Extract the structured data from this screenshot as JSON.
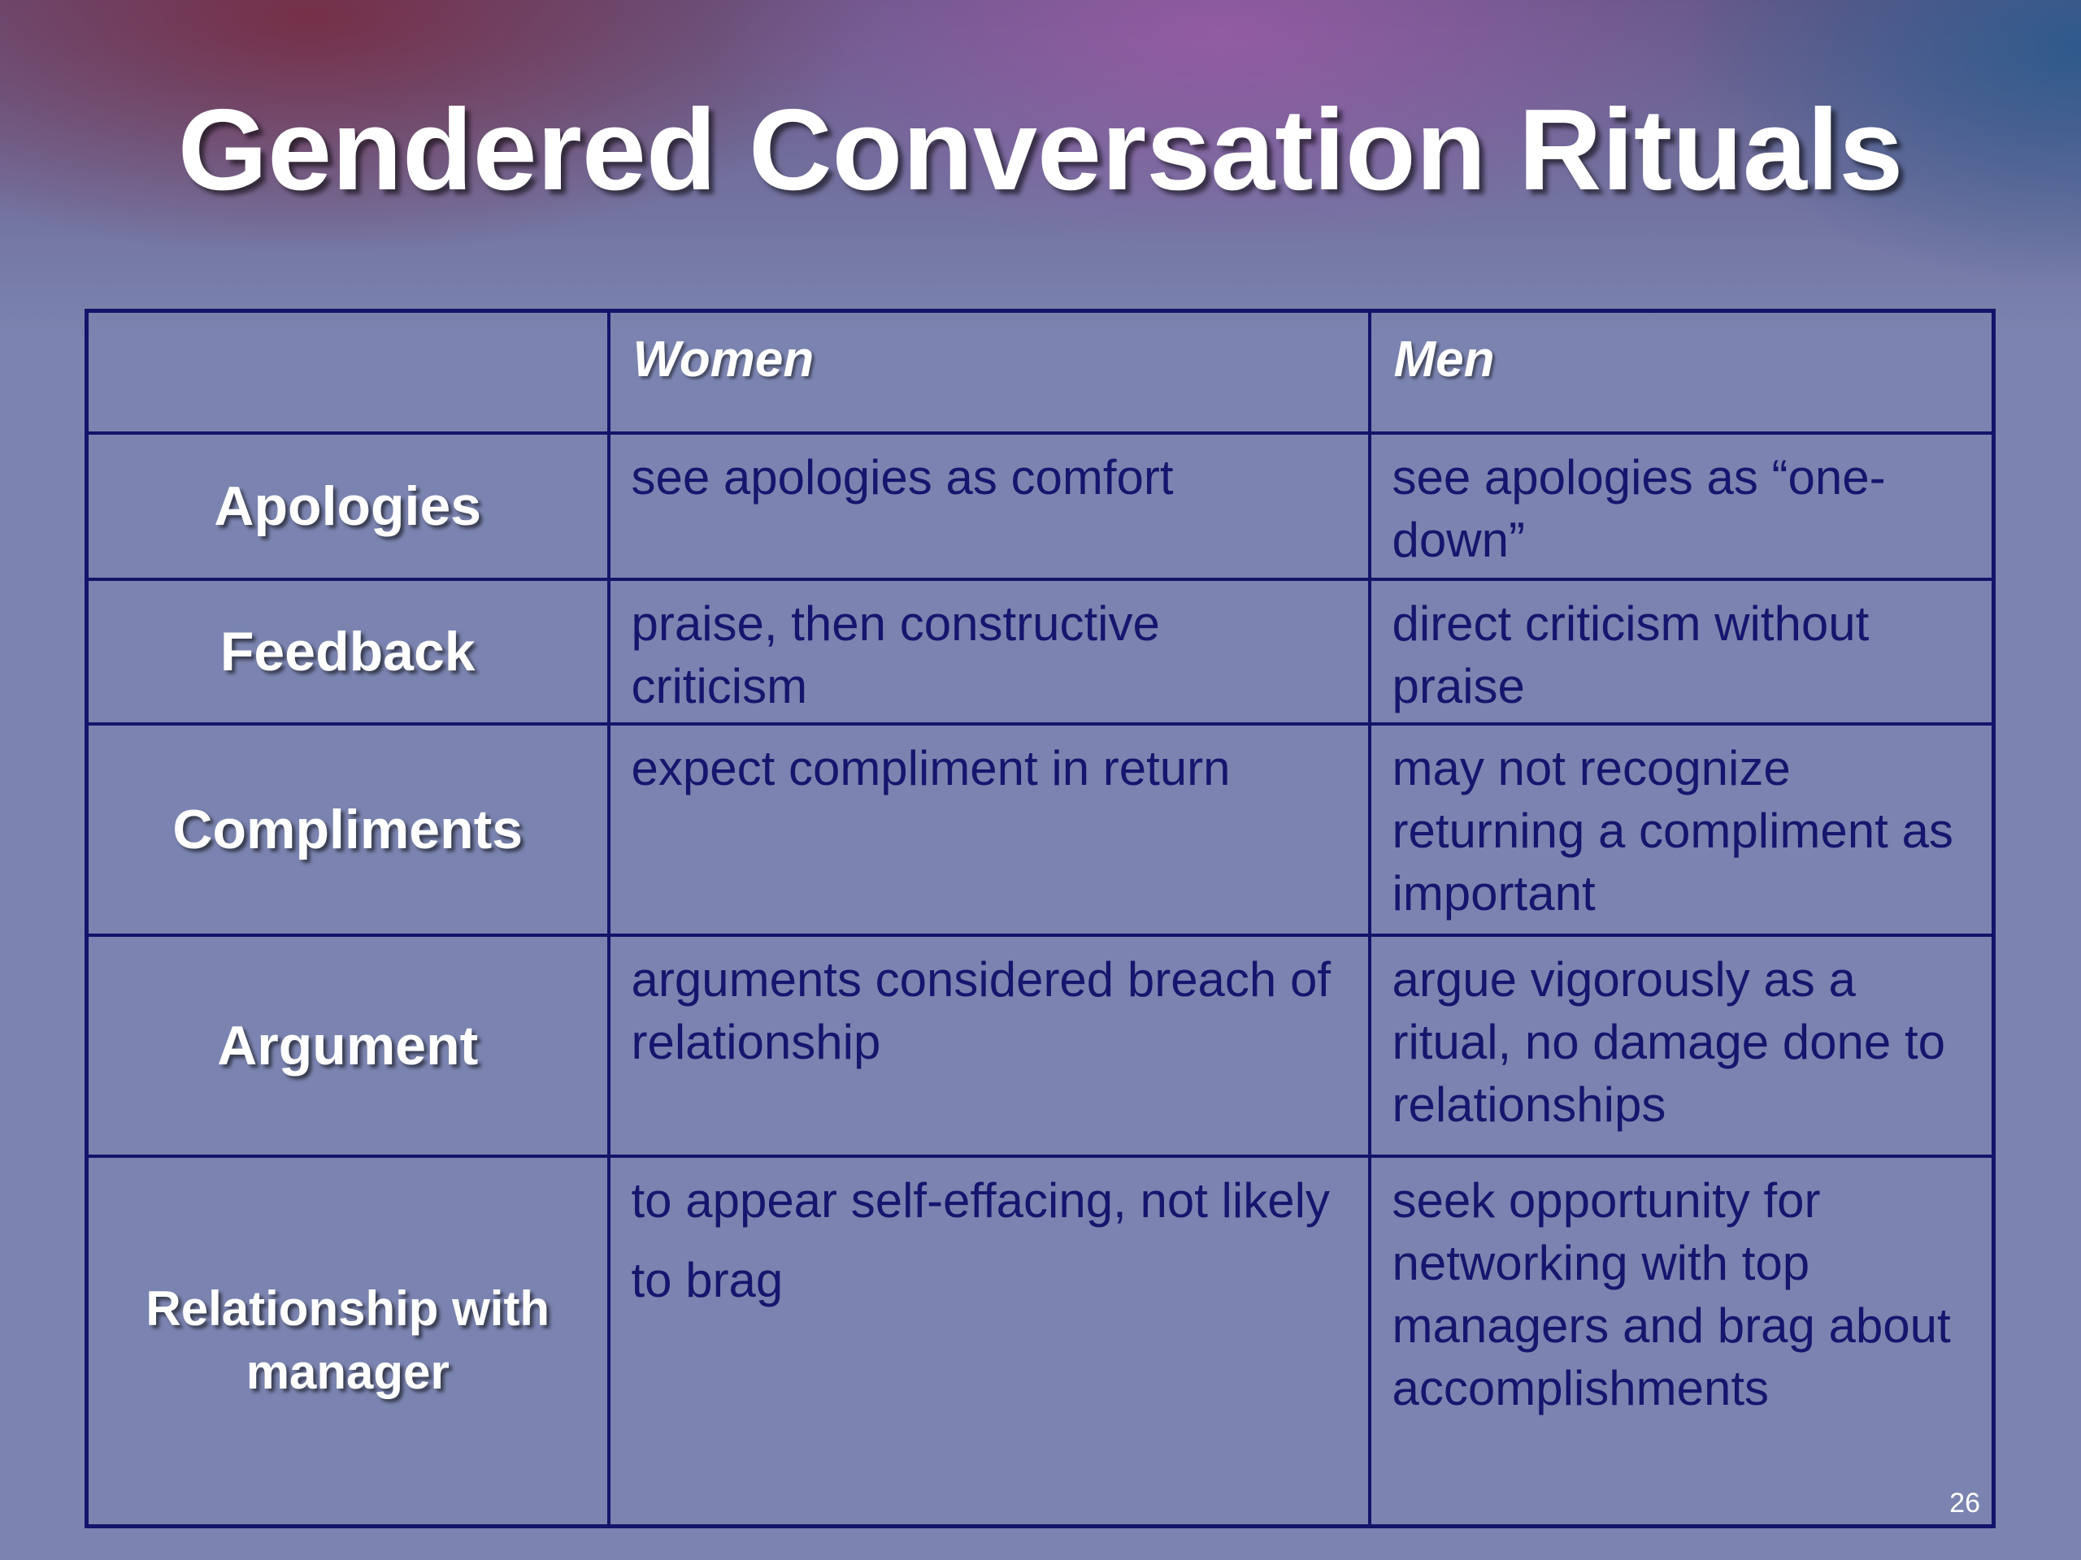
{
  "slide": {
    "title": "Gendered Conversation Rituals",
    "page_number": "26"
  },
  "table": {
    "headers": [
      "",
      "Women",
      "Men"
    ],
    "rows": [
      {
        "label": "Apologies",
        "women": "see apologies as comfort",
        "men": "see apologies as “one-down”"
      },
      {
        "label": "Feedback",
        "women": "praise, then constructive criticism",
        "men": "direct criticism without praise"
      },
      {
        "label": "Compliments",
        "women": "expect compliment in return",
        "men": "may not recognize returning a compliment as important"
      },
      {
        "label": "Argument",
        "women": "arguments considered breach of relationship",
        "men": "argue vigorously as a ritual, no damage done to relationships"
      },
      {
        "label": "Relationship with manager",
        "women": "to appear self-effacing, not likely to brag",
        "men": "seek opportunity for networking with top managers and brag about accomplishments"
      }
    ]
  }
}
